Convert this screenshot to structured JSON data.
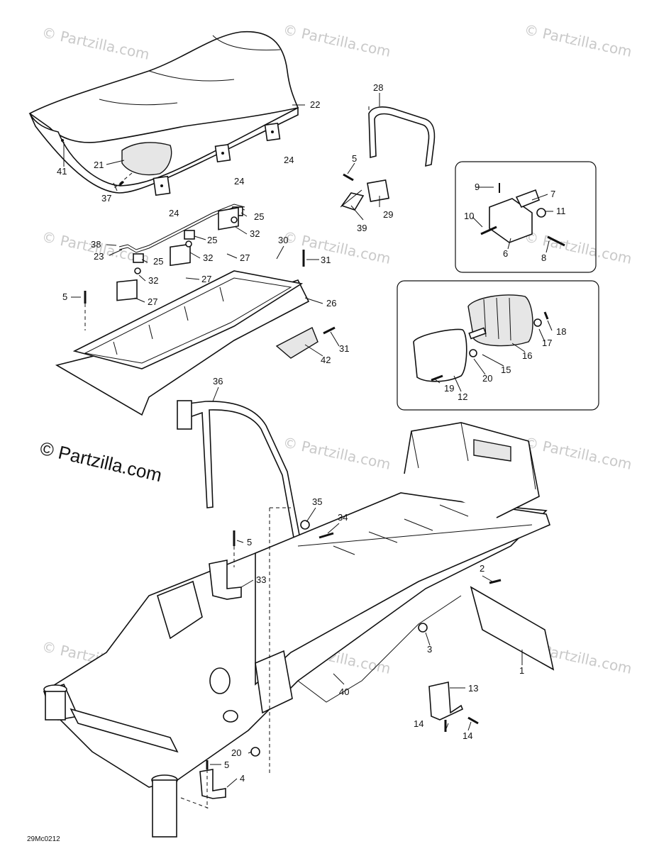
{
  "watermark": {
    "text": "© Partzilla.com",
    "main_text": "© Partzilla.com"
  },
  "drawing_code": "29Mc0212",
  "part_labels": {
    "p1": "1",
    "p2": "2",
    "p3": "3",
    "p4": "4",
    "p5a": "5",
    "p5b": "5",
    "p5c": "5",
    "p5d": "5",
    "p6": "6",
    "p7": "7",
    "p8": "8",
    "p9": "9",
    "p10": "10",
    "p11": "11",
    "p12": "12",
    "p13": "13",
    "p14a": "14",
    "p14b": "14",
    "p15": "15",
    "p16": "16",
    "p17": "17",
    "p18": "18",
    "p19": "19",
    "p20a": "20",
    "p20b": "20",
    "p21": "21",
    "p22": "22",
    "p23": "23",
    "p24a": "24",
    "p24b": "24",
    "p24c": "24",
    "p25a": "25",
    "p25b": "25",
    "p25c": "25",
    "p26": "26",
    "p27a": "27",
    "p27b": "27",
    "p27c": "27",
    "p28": "28",
    "p29": "29",
    "p30": "30",
    "p31a": "31",
    "p31b": "31",
    "p32a": "32",
    "p32b": "32",
    "p32c": "32",
    "p33": "33",
    "p34": "34",
    "p35": "35",
    "p36": "36",
    "p37": "37",
    "p38": "38",
    "p39": "39",
    "p40": "40",
    "p41": "41",
    "p42": "42"
  }
}
